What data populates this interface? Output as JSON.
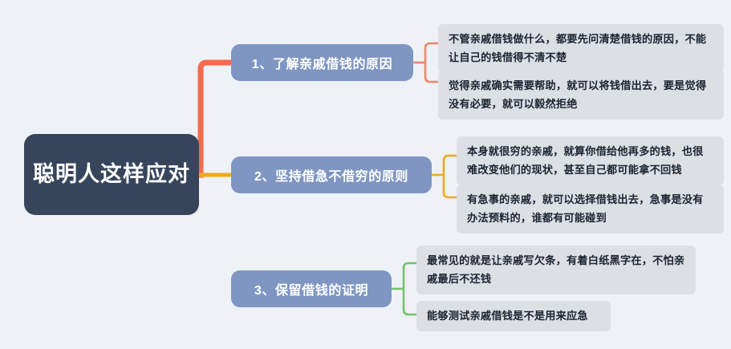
{
  "page": {
    "background_color": "#eef2f7",
    "type": "mind-map"
  },
  "root": {
    "label": "聪明人这样应对",
    "color": "#36455c",
    "text_color": "#ffffff"
  },
  "branch_node_color": "#7f96c2",
  "leaf_bubble_color": "#dcdfe4",
  "branches": [
    {
      "index": "1",
      "label": "1、了解亲戚借钱的原因",
      "connector_color": "#f96a4d",
      "leaves": [
        {
          "text": "不管亲戚借钱做什么，都要先问清楚借钱的原因，不能让自己的钱借得不清不楚"
        },
        {
          "text": "觉得亲戚确实需要帮助，就可以将钱借出去，要是觉得没有必要，就可以毅然拒绝"
        }
      ]
    },
    {
      "index": "2",
      "label": "2、坚持借急不借穷的原则",
      "connector_color": "#f2a81e",
      "leaves": [
        {
          "text": "本身就很穷的亲戚，就算你借给他再多的钱，也很难改变他们的现状，甚至自己都可能拿不回钱"
        },
        {
          "text": "有急事的亲戚，就可以选择借钱出去，急事是没有办法预料的，谁都有可能碰到"
        }
      ]
    },
    {
      "index": "3",
      "label": "3、保留借钱的证明",
      "connector_color": "#5cc council",
      "leaves": [
        {
          "text": "最常见的就是让亲戚写欠条，有着白纸黑字在，不怕亲戚最后不还钱"
        },
        {
          "text": "能够测试亲戚借钱是不是用来应急"
        }
      ]
    }
  ]
}
